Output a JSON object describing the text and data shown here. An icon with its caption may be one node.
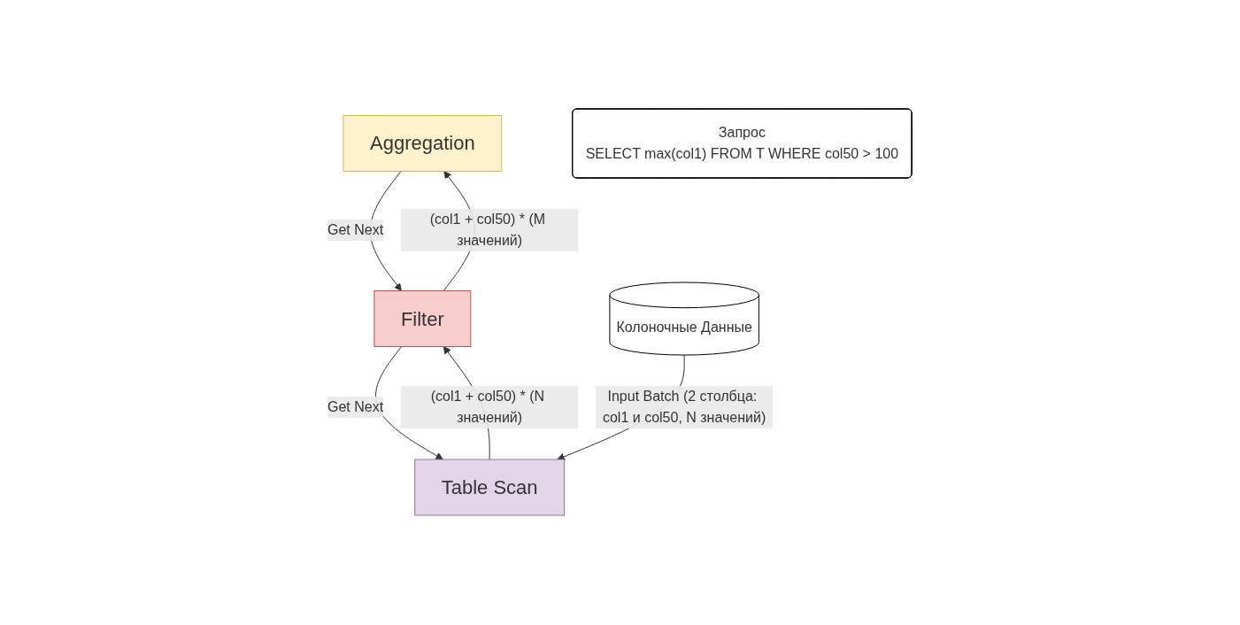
{
  "diagram": {
    "nodes": [
      {
        "text": [
          "Aggregation"
        ]
      },
      {
        "text": [
          "Filter"
        ]
      },
      {
        "text": [
          "Table Scan"
        ]
      },
      {
        "text": [
          "Колоночные Данные"
        ]
      },
      {
        "text": [
          "Запрос",
          "SELECT max(col1) FROM T WHERE col50 > 100"
        ]
      }
    ],
    "edges": [
      {
        "from": 0,
        "to": 1,
        "arrow": "to",
        "label": "Get Next"
      },
      {
        "from": 1,
        "to": 0,
        "arrow": "to",
        "label": "(col1 + col50) * (M значений)"
      },
      {
        "from": 1,
        "to": 2,
        "arrow": "to",
        "label": "Get Next"
      },
      {
        "from": 2,
        "to": 1,
        "arrow": "to",
        "label": "(col1 + col50) * (N значений)"
      },
      {
        "from": 3,
        "to": 2,
        "arrow": "to",
        "label": "Input Batch (2 столбца: col1 и col50, N значений)"
      }
    ]
  }
}
